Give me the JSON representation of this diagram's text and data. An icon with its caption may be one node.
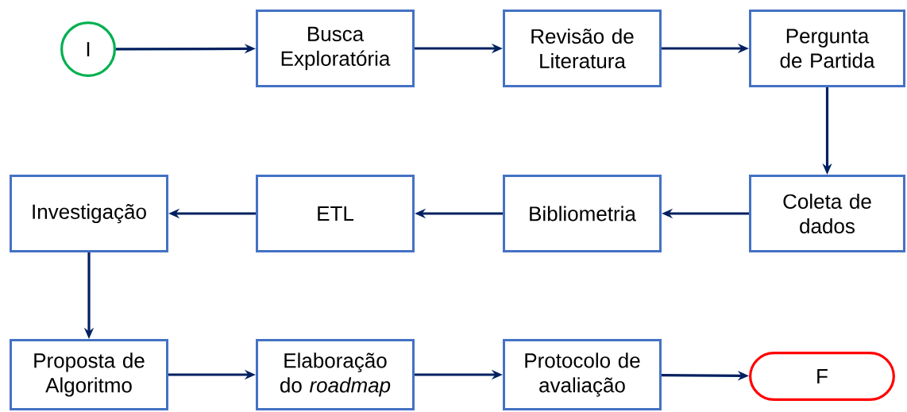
{
  "diagram": {
    "nodes": [
      {
        "text": [
          "I"
        ]
      },
      {
        "text": [
          "Busca Exploratória"
        ]
      },
      {
        "text": [
          "Revisão de Literatura"
        ]
      },
      {
        "text": [
          "Pergunta de Partida"
        ]
      },
      {
        "text": [
          "Coleta de dados"
        ]
      },
      {
        "text": [
          "Bibliometria"
        ]
      },
      {
        "text": [
          "ETL"
        ]
      },
      {
        "text": [
          "Investigação"
        ]
      },
      {
        "text": [
          "Proposta de Algoritmo"
        ]
      },
      {
        "text": [
          "Elaboração do *roadmap*"
        ]
      },
      {
        "text": [
          "Protocolo de avaliação"
        ]
      },
      {
        "text": [
          "F"
        ]
      }
    ],
    "edges": [
      {
        "from": 0,
        "to": 1,
        "arrow": "to"
      },
      {
        "from": 1,
        "to": 2,
        "arrow": "to"
      },
      {
        "from": 2,
        "to": 3,
        "arrow": "to"
      },
      {
        "from": 3,
        "to": 4,
        "arrow": "to"
      },
      {
        "from": 4,
        "to": 5,
        "arrow": "to"
      },
      {
        "from": 5,
        "to": 6,
        "arrow": "to"
      },
      {
        "from": 6,
        "to": 7,
        "arrow": "to"
      },
      {
        "from": 7,
        "to": 8,
        "arrow": "to"
      },
      {
        "from": 8,
        "to": 9,
        "arrow": "to"
      },
      {
        "from": 9,
        "to": 10,
        "arrow": "to"
      },
      {
        "from": 10,
        "to": 11,
        "arrow": "to"
      }
    ]
  }
}
